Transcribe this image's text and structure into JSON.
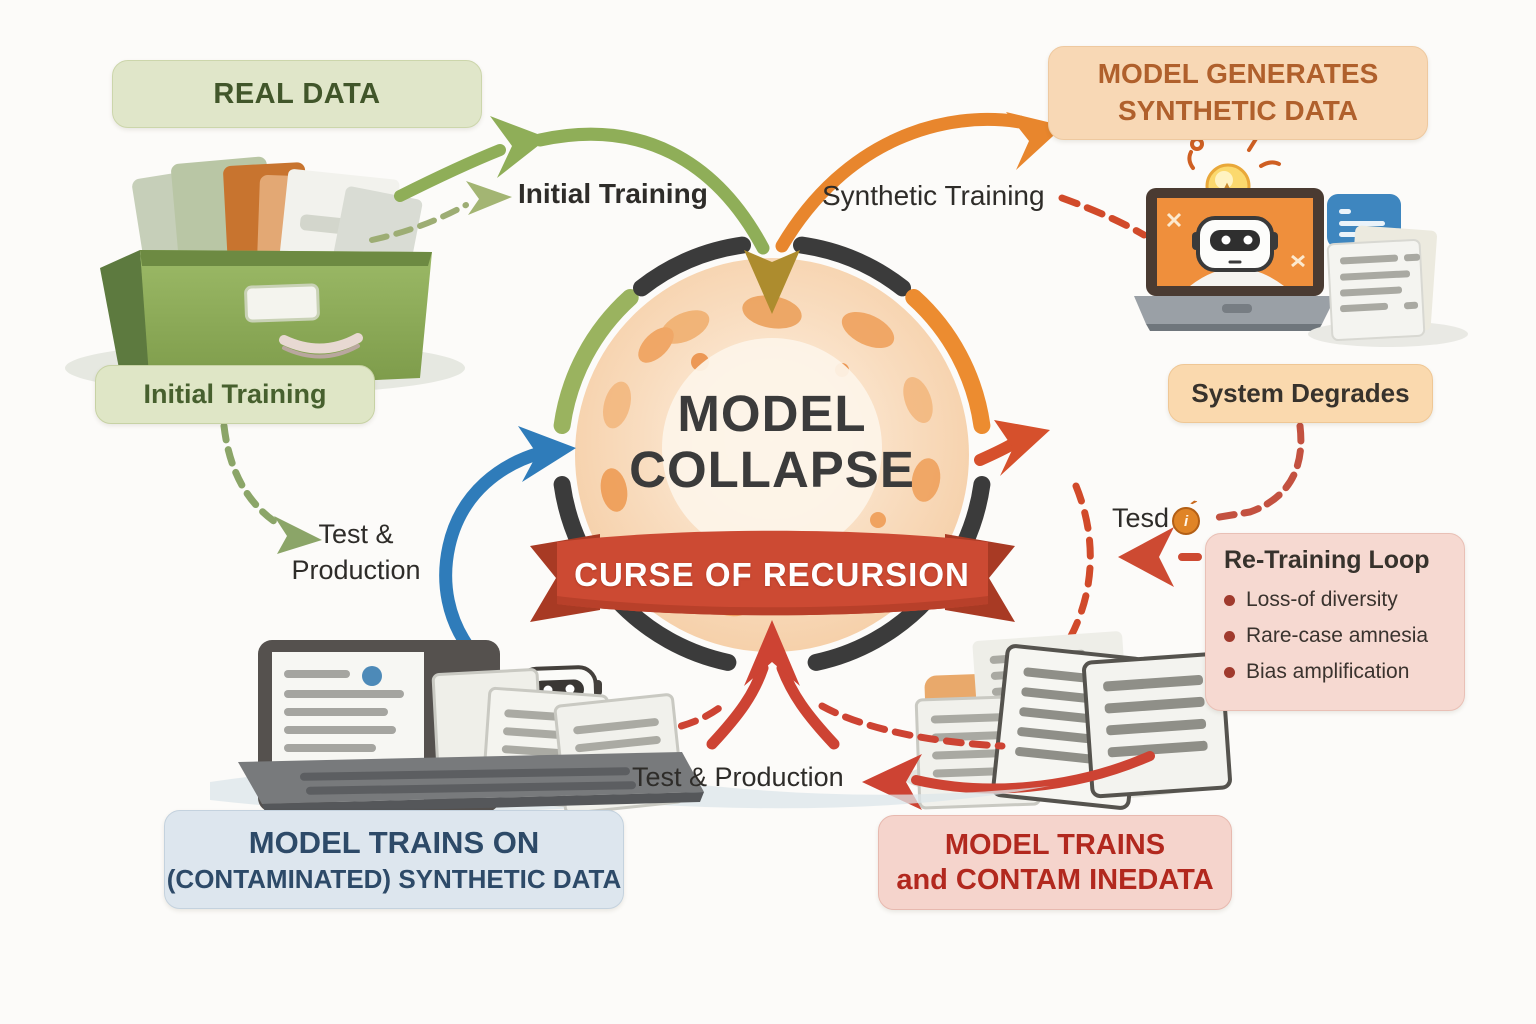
{
  "boxes": {
    "real_data": {
      "label": "REAL DATA"
    },
    "initial_training": {
      "label": "Initial Training"
    },
    "model_generates": {
      "line1": "MODEL GENERATES",
      "line2": "SYNTHETIC DATA"
    },
    "system_degrades": {
      "label": "System Degrades"
    },
    "retraining_loop": {
      "title": "Re-Training Loop",
      "bullets": [
        "Loss-of diversity",
        "Rare-case amnesia",
        "Bias amplification"
      ]
    },
    "model_trains_synthetic": {
      "line1": "MODEL TRAINS ON",
      "line2": "(CONTAMINATED) SYNTHETIC DATA"
    },
    "model_trains_contaminated": {
      "line1": "MODEL TRAINS",
      "line2": "and CONTAM INEDATA"
    }
  },
  "center": {
    "line1": "MODEL",
    "line2": "COLLAPSE",
    "banner": "CURSE OF RECURSION"
  },
  "edge_labels": {
    "initial_training": "Initial Training",
    "synthetic_training": "Synthetic Training",
    "test_production_line1": "Test &",
    "test_production_line2": "Production",
    "test_production_bottom": "Test & Production",
    "tesd": "Tesd",
    "tesd_badge": "i"
  },
  "colors": {
    "green_box_bg": "#e0e6c9",
    "green_box_text": "#41562a",
    "orange_box_bg": "#f8d8b5",
    "orange_box_text": "#b0602c",
    "peach_box_bg": "#fad9ae",
    "pink_box_bg": "#f6d9d1",
    "dark_red_text": "#b2281e",
    "blue_box_bg": "#dde6ee",
    "blue_box_text": "#2d4a68",
    "ring_dark": "#3b3b3b",
    "ring_green": "#9ab35f",
    "ring_orange": "#ec8c30",
    "banner_red": "#cc4a33",
    "green_arrow": "#8fae58",
    "blue_arrow": "#2f7cba",
    "red_arrow": "#cd4333",
    "olive_arrow": "#ad8c2e",
    "circle_fill": "#f8dcbd"
  }
}
